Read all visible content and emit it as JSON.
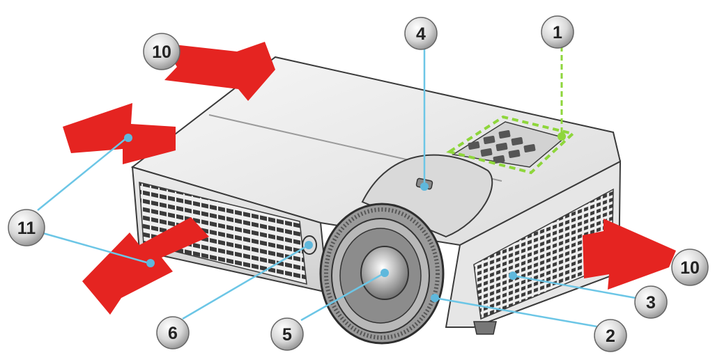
{
  "diagram": {
    "callouts": [
      {
        "id": "c1",
        "label": "1"
      },
      {
        "id": "c2",
        "label": "2"
      },
      {
        "id": "c3",
        "label": "3"
      },
      {
        "id": "c4",
        "label": "4"
      },
      {
        "id": "c5",
        "label": "5"
      },
      {
        "id": "c6",
        "label": "6"
      },
      {
        "id": "c10a",
        "label": "10"
      },
      {
        "id": "c10b",
        "label": "10"
      },
      {
        "id": "c11",
        "label": "11"
      }
    ],
    "colors": {
      "arrow": "#e52421",
      "leader": "#6cc6e6",
      "highlight": "#8ed63b",
      "body": "#f2f2f2",
      "outline": "#3a3a3a"
    }
  }
}
